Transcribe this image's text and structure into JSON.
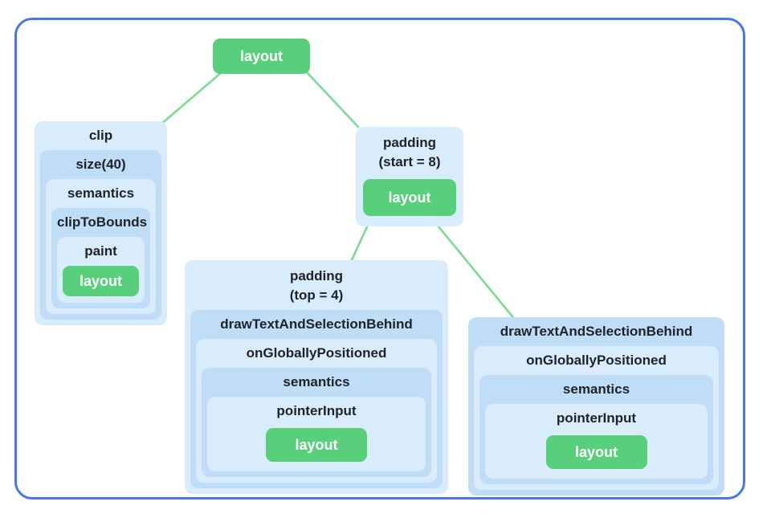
{
  "colors": {
    "border_blue": "#4678E8",
    "node_green": "#58D07B",
    "line_green": "#79DC92",
    "light_blue": "#D8ECFC",
    "medium_blue": "#C0DDF8",
    "text": "#1F2226"
  },
  "root": {
    "label": "layout"
  },
  "clip_chain": {
    "levels": [
      "clip",
      "size(40)",
      "semantics",
      "clipToBounds",
      "paint"
    ],
    "leaf": "layout"
  },
  "padding_start": {
    "label_line1": "padding",
    "label_line2": "(start = 8)",
    "leaf": "layout"
  },
  "padding_top": {
    "label_line1": "padding",
    "label_line2": "(top = 4)",
    "levels": [
      "drawTextAndSelectionBehind",
      "onGloballyPositioned",
      "semantics",
      "pointerInput"
    ],
    "leaf": "layout"
  },
  "drawtext_chain": {
    "levels": [
      "drawTextAndSelectionBehind",
      "onGloballyPositioned",
      "semantics",
      "pointerInput"
    ],
    "leaf": "layout"
  }
}
